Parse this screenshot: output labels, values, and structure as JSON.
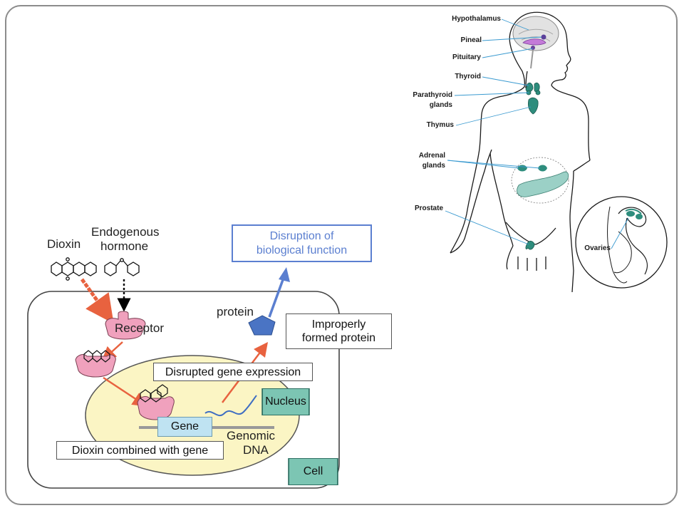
{
  "endocrine": {
    "labels": {
      "hypothalamus": "Hypothalamus",
      "pineal": "Pineal",
      "pituitary": "Pituitary",
      "thyroid": "Thyroid",
      "parathyroid_1": "Parathyroid",
      "parathyroid_2": "glands",
      "thymus": "Thymus",
      "adrenal_1": "Adrenal",
      "adrenal_2": "glands",
      "prostate": "Prostate",
      "ovaries": "Ovaries"
    }
  },
  "dioxin_diagram": {
    "dioxin": "Dioxin",
    "endogenous_1": "Endogenous",
    "endogenous_2": "hormone",
    "receptor": "Receptor",
    "protein": "protein",
    "disruption_1": "Disruption of",
    "disruption_2": "biological function",
    "improper_1": "Improperly",
    "improper_2": "formed protein",
    "disrupted_gene": "Disrupted gene expression",
    "nucleus": "Nucleus",
    "gene": "Gene",
    "genomic_1": "Genomic",
    "genomic_2": "DNA",
    "dioxin_combined": "Dioxin combined with gene",
    "cell": "Cell"
  },
  "colors": {
    "arrow_orange": "#e8623f",
    "arrow_blue": "#5b7fd0",
    "receptor_pink": "#f0a1bd",
    "nucleus_yellow": "#fbf5c4",
    "gene_box": "#bfe3f2",
    "protein_blue": "#4a74c4",
    "gland_teal": "#2e8d7d"
  }
}
